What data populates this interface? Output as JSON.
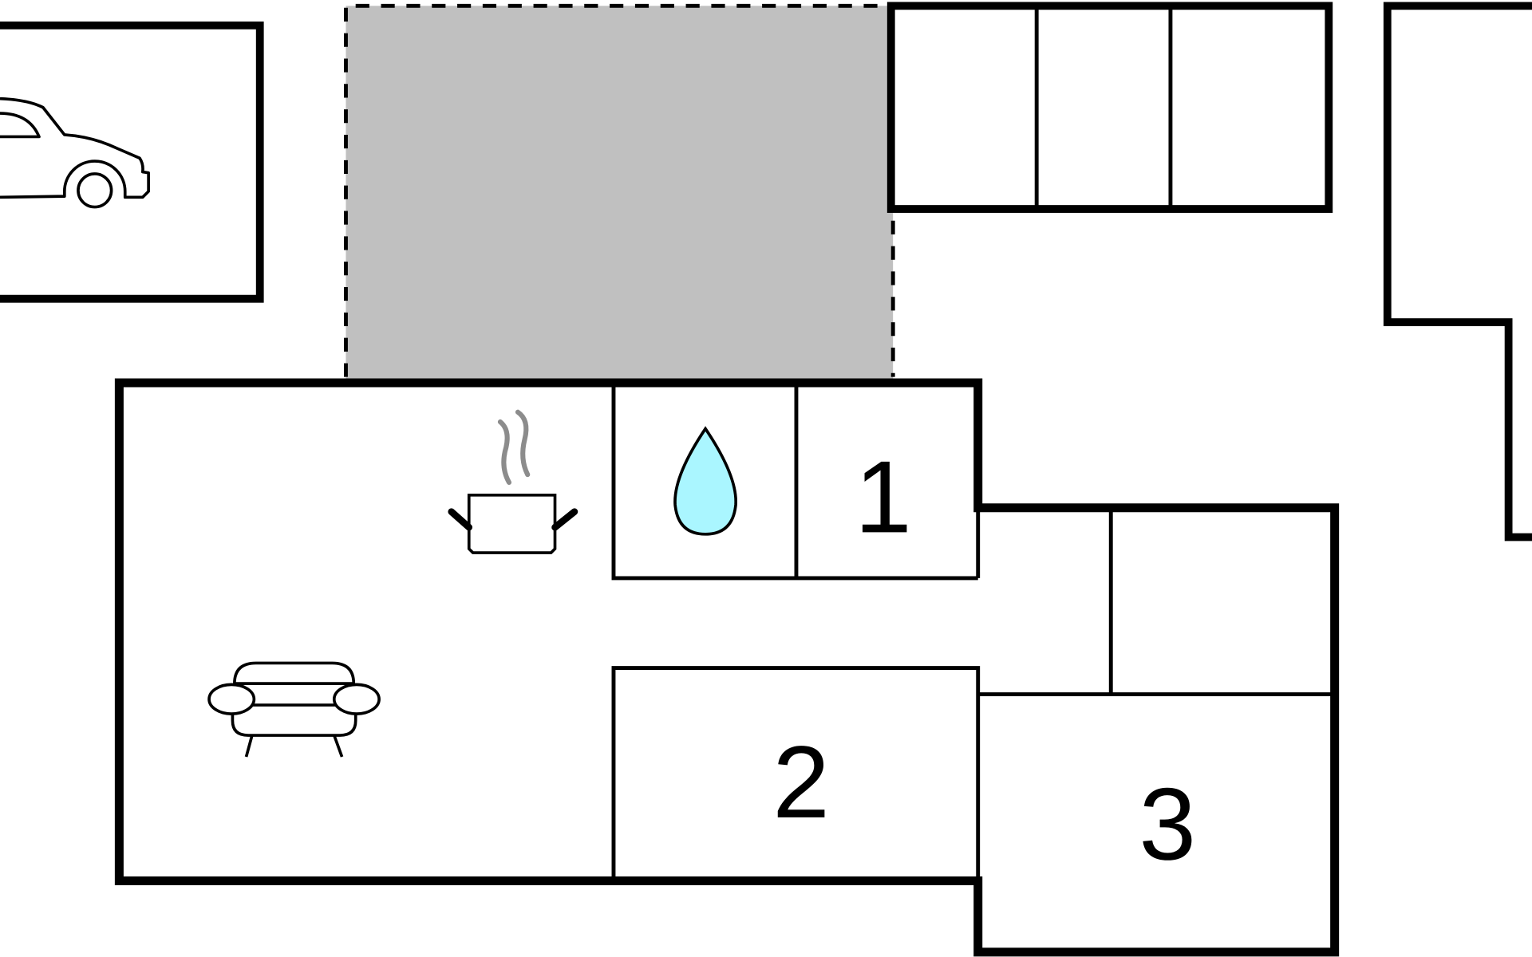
{
  "floorplan": {
    "rooms": [
      {
        "id": "bedroom-1",
        "label": "1"
      },
      {
        "id": "bedroom-2",
        "label": "2"
      },
      {
        "id": "bedroom-3",
        "label": "3"
      }
    ],
    "icons": [
      {
        "name": "car-icon",
        "meaning": "parking"
      },
      {
        "name": "cooking-pot-icon",
        "meaning": "kitchen"
      },
      {
        "name": "water-drop-icon",
        "meaning": "bathroom"
      },
      {
        "name": "sofa-icon",
        "meaning": "living room"
      }
    ],
    "colors": {
      "wall": "#000000",
      "terrace_fill": "#c0c0c0",
      "water_drop_fill": "#aaf6ff",
      "steam": "#8c8c8c"
    }
  }
}
